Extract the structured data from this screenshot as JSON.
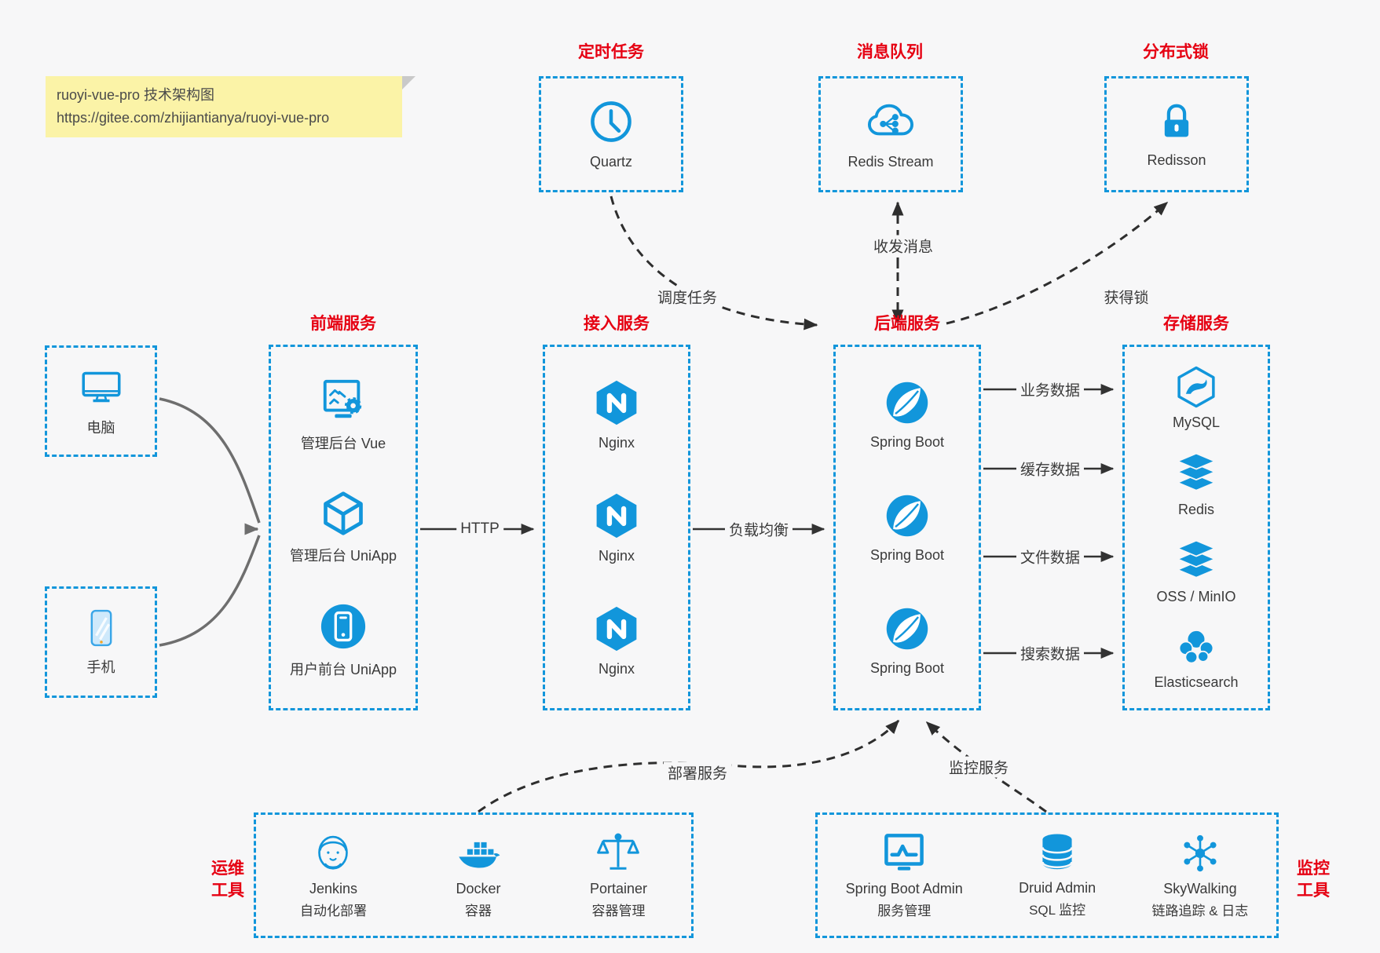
{
  "note": {
    "line1": "ruoyi-vue-pro 技术架构图",
    "line2": "https://gitee.com/zhijiantianya/ruoyi-vue-pro"
  },
  "colors": {
    "accent_blue": "#1296db",
    "title_red": "#e60012",
    "note_bg": "#fbf3a7",
    "arrow_black": "#333333",
    "client_arrow_gray": "#6e6e6e"
  },
  "top_services": [
    {
      "title": "定时任务",
      "item": "Quartz",
      "icon": "clock-icon"
    },
    {
      "title": "消息队列",
      "item": "Redis Stream",
      "icon": "cloud-share-icon"
    },
    {
      "title": "分布式锁",
      "item": "Redisson",
      "icon": "lock-icon"
    }
  ],
  "clients": [
    {
      "label": "电脑",
      "icon": "desktop-icon"
    },
    {
      "label": "手机",
      "icon": "mobile-icon"
    }
  ],
  "columns": [
    {
      "title": "前端服务",
      "items": [
        "管理后台 Vue",
        "管理后台 UniApp",
        "用户前台 UniApp"
      ]
    },
    {
      "title": "接入服务",
      "items": [
        "Nginx",
        "Nginx",
        "Nginx"
      ]
    },
    {
      "title": "后端服务",
      "items": [
        "Spring Boot",
        "Spring Boot",
        "Spring Boot"
      ]
    },
    {
      "title": "存储服务",
      "items": [
        "MySQL",
        "Redis",
        "OSS / MinIO",
        "Elasticsearch"
      ]
    }
  ],
  "edges": {
    "http": "HTTP",
    "load_balance": "负载均衡",
    "biz": "业务数据",
    "cache": "缓存数据",
    "file": "文件数据",
    "search": "搜索数据",
    "schedule": "调度任务",
    "message": "收发消息",
    "lock": "获得锁",
    "deploy": "部署服务",
    "monitor": "监控服务"
  },
  "bottom_left": {
    "side1": "运维",
    "side2": "工具",
    "items": [
      {
        "name": "Jenkins",
        "desc": "自动化部署"
      },
      {
        "name": "Docker",
        "desc": "容器"
      },
      {
        "name": "Portainer",
        "desc": "容器管理"
      }
    ]
  },
  "bottom_right": {
    "side1": "监控",
    "side2": "工具",
    "items": [
      {
        "name": "Spring Boot Admin",
        "desc": "服务管理"
      },
      {
        "name": "Druid Admin",
        "desc": "SQL 监控"
      },
      {
        "name": "SkyWalking",
        "desc": "链路追踪 & 日志"
      }
    ]
  }
}
